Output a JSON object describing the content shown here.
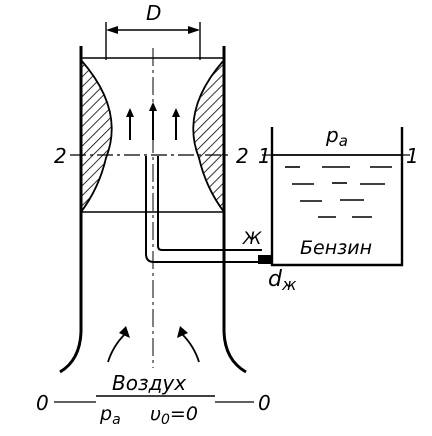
{
  "labels": {
    "diameter": "D",
    "section2_left": "2",
    "section2_right": "2",
    "section1_left": "1",
    "section1_right": "1",
    "tank_pressure": "p",
    "tank_pressure_sub": "a",
    "jet_marker": "Ж",
    "fuel_name": "Бензин",
    "jet_diameter": "d",
    "jet_diameter_sub": "ж",
    "air_name": "Воздух",
    "section0_left": "0",
    "section0_right": "0",
    "inlet_pressure": "p",
    "inlet_pressure_sub": "a",
    "inlet_velocity": "υ",
    "inlet_velocity_sub": "0",
    "inlet_velocity_eq": "=0"
  }
}
